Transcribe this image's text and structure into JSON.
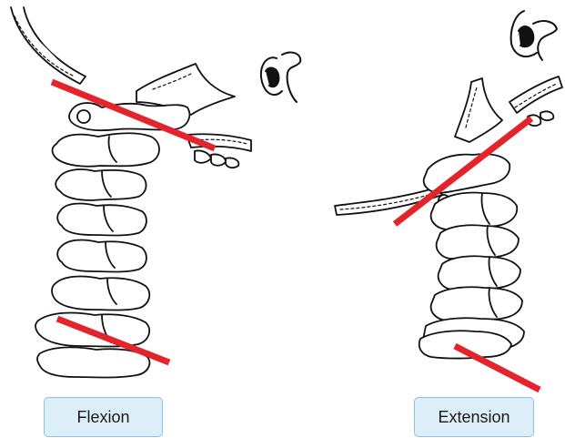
{
  "panels": [
    {
      "id": "flexion",
      "caption": "Flexion"
    },
    {
      "id": "extension",
      "caption": "Extension"
    }
  ],
  "colors": {
    "reference_line": "#e3242b",
    "bone_outline": "#111111",
    "caption_fill": "#dceef8",
    "caption_border": "#8cc3df"
  }
}
